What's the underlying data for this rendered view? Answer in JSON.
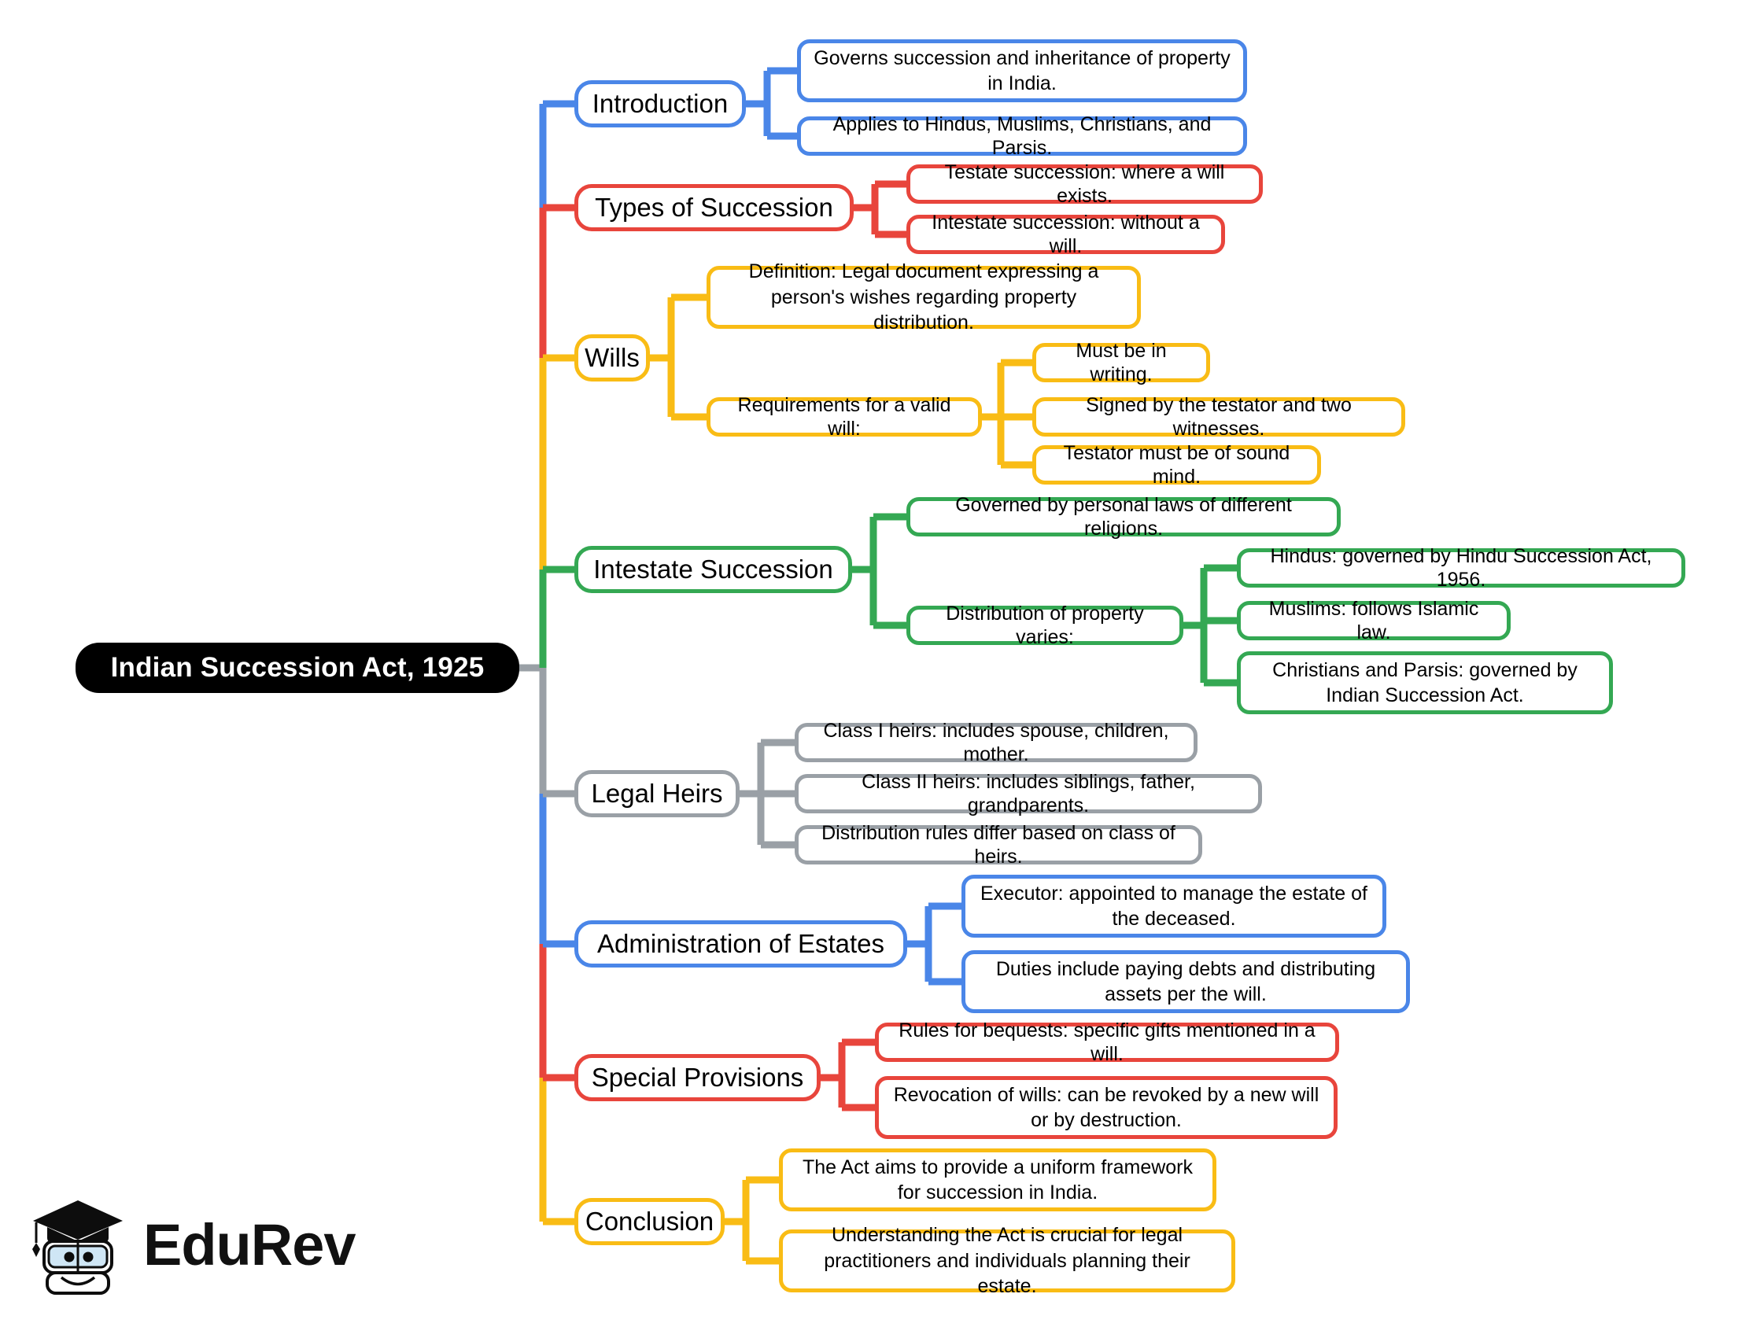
{
  "title": "Indian Succession Act, 1925 — Mind Map",
  "colors": {
    "blue": "#4a86e8",
    "red": "#e8453c",
    "yellow": "#f9bc15",
    "green": "#34a853",
    "gray": "#9aa0a6",
    "root_bg": "#000000",
    "root_text": "#ffffff",
    "canvas_bg": "#ffffff",
    "node_bg": "#ffffff",
    "text": "#000000"
  },
  "root": {
    "label": "Indian Succession Act, 1925"
  },
  "branches": [
    {
      "id": "introduction",
      "label": "Introduction",
      "color": "blue",
      "children": [
        {
          "label": "Governs succession and inheritance of property in India."
        },
        {
          "label": "Applies to Hindus, Muslims, Christians, and Parsis."
        }
      ]
    },
    {
      "id": "types-of-succession",
      "label": "Types of Succession",
      "color": "red",
      "children": [
        {
          "label": "Testate succession: where a will exists."
        },
        {
          "label": "Intestate succession: without a will."
        }
      ]
    },
    {
      "id": "wills",
      "label": "Wills",
      "color": "yellow",
      "children": [
        {
          "label": "Definition: Legal document expressing a person's wishes regarding property distribution."
        },
        {
          "label": "Requirements for a valid will:",
          "children": [
            {
              "label": "Must be in writing."
            },
            {
              "label": "Signed by the testator and two witnesses."
            },
            {
              "label": "Testator must be of sound mind."
            }
          ]
        }
      ]
    },
    {
      "id": "intestate-succession",
      "label": "Intestate Succession",
      "color": "green",
      "children": [
        {
          "label": "Governed by personal laws of different religions."
        },
        {
          "label": "Distribution of property varies:",
          "children": [
            {
              "label": "Hindus: governed by Hindu Succession Act, 1956."
            },
            {
              "label": "Muslims: follows Islamic law."
            },
            {
              "label": "Christians and Parsis: governed by Indian Succession Act."
            }
          ]
        }
      ]
    },
    {
      "id": "legal-heirs",
      "label": "Legal Heirs",
      "color": "gray",
      "children": [
        {
          "label": "Class I heirs: includes spouse, children, mother."
        },
        {
          "label": "Class II heirs: includes siblings, father, grandparents."
        },
        {
          "label": "Distribution rules differ based on class of heirs."
        }
      ]
    },
    {
      "id": "administration-of-estates",
      "label": "Administration of Estates",
      "color": "blue",
      "children": [
        {
          "label": "Executor: appointed to manage the estate of the deceased."
        },
        {
          "label": "Duties include paying debts and distributing assets per the will."
        }
      ]
    },
    {
      "id": "special-provisions",
      "label": "Special Provisions",
      "color": "red",
      "children": [
        {
          "label": "Rules for bequests: specific gifts mentioned in a will."
        },
        {
          "label": "Revocation of wills: can be revoked by a new will or by destruction."
        }
      ]
    },
    {
      "id": "conclusion",
      "label": "Conclusion",
      "color": "yellow",
      "children": [
        {
          "label": "The Act aims to provide a uniform framework for succession in India."
        },
        {
          "label": "Understanding the Act is crucial for legal practitioners and individuals planning their estate."
        }
      ]
    }
  ],
  "logo": {
    "wordmark": "EduRev",
    "icon": "graduation-cap-mascot-icon"
  }
}
